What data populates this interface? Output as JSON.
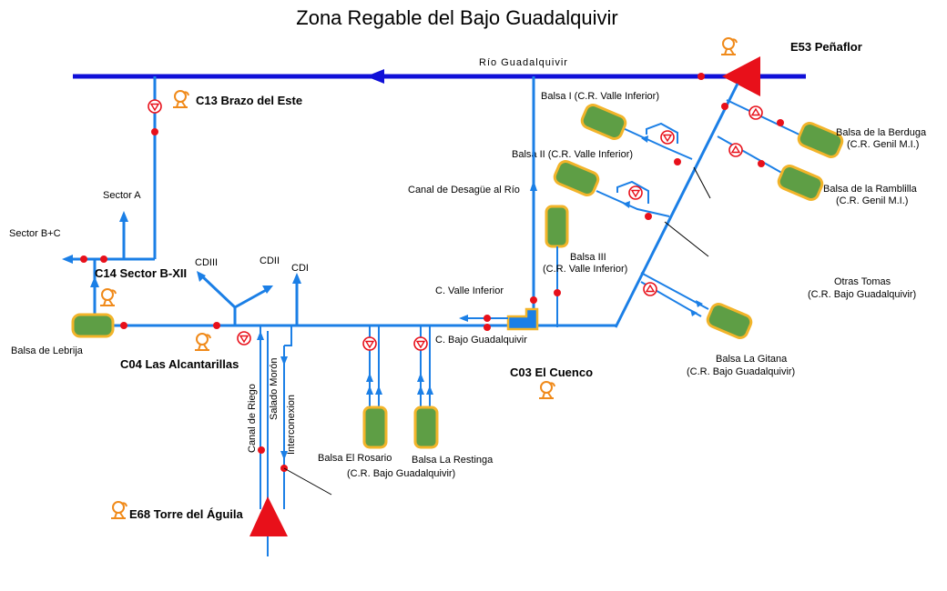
{
  "title": "Zona Regable del Bajo Guadalquivir",
  "river_label": "Río     Guadalquivir",
  "colors": {
    "pipe": "#1b7fe6",
    "river": "#1010d8",
    "valve_and_pumping_station": "#e8101a",
    "reservoir_fill": "#5e9e45",
    "reservoir_border": "#f2b42a",
    "telemetry_icon": "#f08a1a"
  },
  "stations": {
    "e53": "E53 Peñaflor",
    "c13": "C13 Brazo del Este",
    "c14": "C14 Sector B-XII",
    "c04": "C04 Las Alcantarillas",
    "c03": "C03 El Cuenco",
    "e68": "E68 Torre del Águila"
  },
  "labels": {
    "sector_a": "Sector A",
    "sector_bc": "Sector B+C",
    "cdiii": "CDIII",
    "cdii": "CDII",
    "cdi": "CDI",
    "c_valle_inferior": "C. Valle Inferior",
    "c_bajo_guadalquivir": "C. Bajo Guadalquivir",
    "canal_desague": "Canal de Desagüe al Río",
    "canal_riego": "Canal de Riego",
    "salado_moron": "Salado Morón",
    "interconexion": "Interconexion",
    "otras_tomas_1": "Otras Tomas",
    "otras_tomas_2": "(C.R. Bajo Guadalquivir)"
  },
  "reservoirs": {
    "lebrija": "Balsa de Lebrija",
    "balsa_i": "Balsa I (C.R. Valle Inferior)",
    "balsa_ii": "Balsa II (C.R. Valle Inferior)",
    "balsa_iii_1": "Balsa III",
    "balsa_iii_2": "(C.R. Valle Inferior)",
    "berduga_1": "Balsa de la Berduga",
    "berduga_2": "(C.R. Genil M.I.)",
    "ramblilla_1": "Balsa de la Ramblilla",
    "ramblilla_2": "(C.R. Genil M.I.)",
    "gitana_1": "Balsa La Gitana",
    "gitana_2": "(C.R. Bajo Guadalquivir)",
    "rosario": "Balsa El Rosario",
    "restinga": "Balsa La Restinga",
    "rosario_restinga_cr": "(C.R. Bajo Guadalquivir)"
  }
}
